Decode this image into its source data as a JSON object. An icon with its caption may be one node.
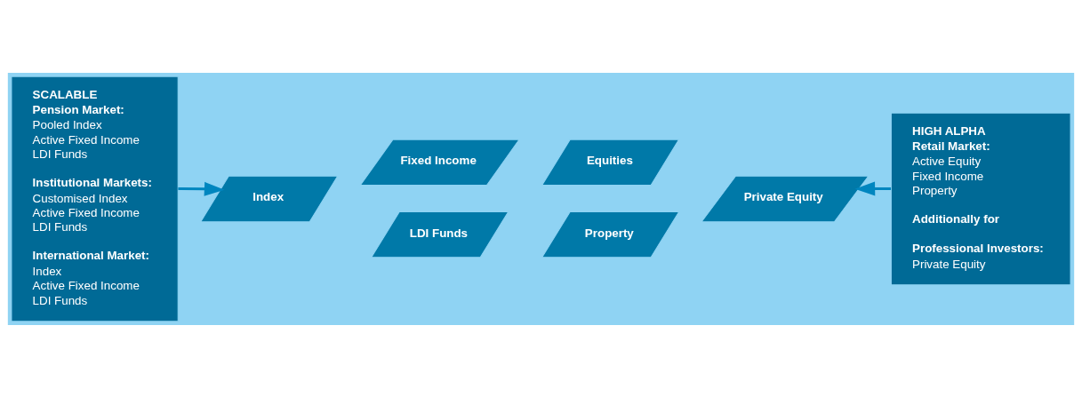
{
  "diagram": {
    "nodes": [
      {
        "text": [
          "SCALABLE",
          "Pension Market:",
          "Pooled Index",
          "Active Fixed Income",
          "LDI Funds",
          "Institutional Markets:",
          "Customised Index",
          "Active Fixed Income",
          "LDI Funds",
          "International Market:",
          "Index",
          "Active Fixed Income",
          "LDI Funds"
        ]
      },
      {
        "text": [
          "Fixed Income"
        ]
      },
      {
        "text": [
          "Equities"
        ]
      },
      {
        "text": [
          "Index"
        ]
      },
      {
        "text": [
          "Private Equity"
        ]
      },
      {
        "text": [
          "LDI Funds"
        ]
      },
      {
        "text": [
          "Property"
        ]
      },
      {
        "text": [
          "HIGH ALPHA",
          "Retail Market:",
          "Active Equity",
          "Fixed Income",
          "Property",
          "Additionally for",
          "Professional Investors:",
          "Private Equity"
        ]
      }
    ],
    "edges": [
      {
        "from": 0,
        "to": 3,
        "arrow": "to"
      },
      {
        "from": 7,
        "to": 4,
        "arrow": "to"
      }
    ]
  }
}
